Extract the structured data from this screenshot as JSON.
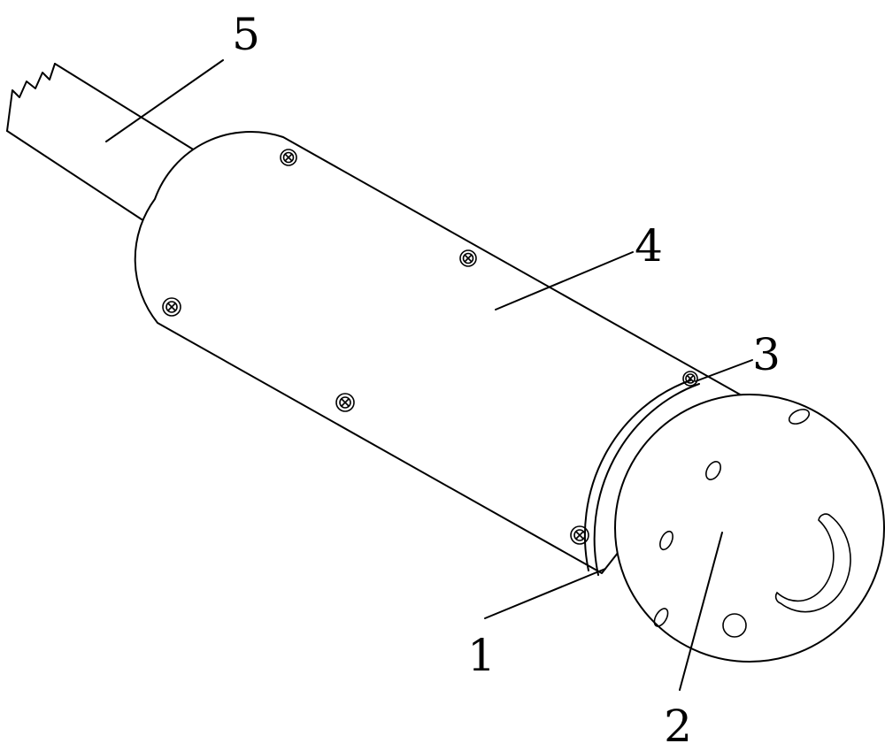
{
  "figure": {
    "labels": {
      "part_1": "1",
      "part_2": "2",
      "part_3": "3",
      "part_4": "4",
      "part_5": "5"
    },
    "line_color": "#000000",
    "background_color": "#ffffff"
  }
}
